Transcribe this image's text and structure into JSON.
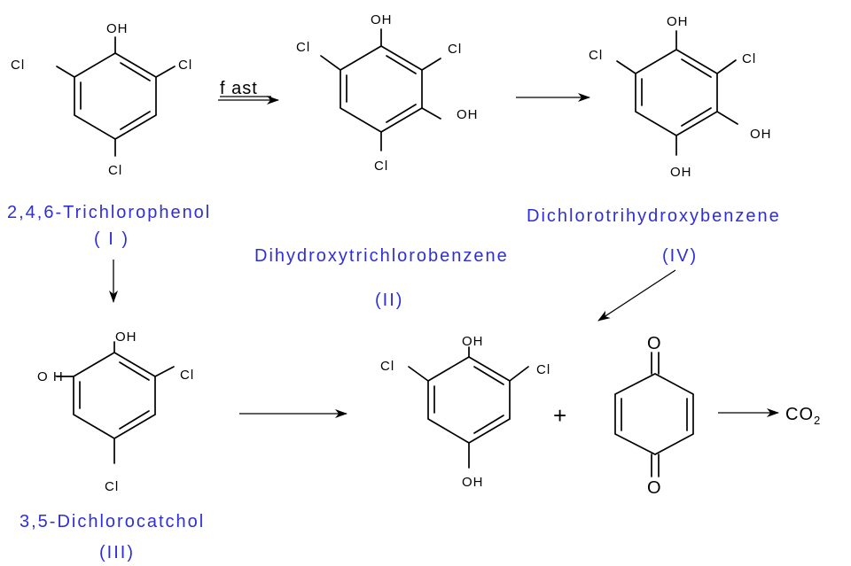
{
  "text_color": "#000000",
  "label_color": "#2f2fd6",
  "compounds": [
    {
      "name": "2,4,6-Trichlorophenol",
      "id": "( I )",
      "atoms": [
        "OH",
        "Cl",
        "Cl",
        "Cl"
      ]
    },
    {
      "name": "Dihydroxytrichlorobenzene",
      "id": "(II)",
      "atoms": [
        "OH",
        "Cl",
        "Cl",
        "OH",
        "Cl"
      ]
    },
    {
      "name": "3,5-Dichlorocatchol",
      "id": "(III)",
      "atoms": [
        "OH",
        "O H",
        "Cl",
        "Cl"
      ]
    },
    {
      "name": "Dichlorotrihydroxybenzene",
      "id": "(IV)",
      "atoms": [
        "OH",
        "Cl",
        "Cl",
        "OH",
        "OH"
      ]
    }
  ],
  "dichlorohydroquinone": {
    "atoms": [
      "OH",
      "Cl",
      "Cl",
      "OH"
    ]
  },
  "benzoquinone": {
    "atoms": [
      "O",
      "O"
    ]
  },
  "product": {
    "co": "CO",
    "subscript": "2"
  },
  "plus": "+",
  "arrow_fast_label": "f ast",
  "arrows": [
    "fast-arrow",
    "arrow-ii-to-iv",
    "arrow-i-to-iii",
    "arrow-iii-to-dichlorohydroquinone",
    "arrow-iv-to-dichlorohydroquinone",
    "arrow-benzoquinone-to-co2"
  ]
}
